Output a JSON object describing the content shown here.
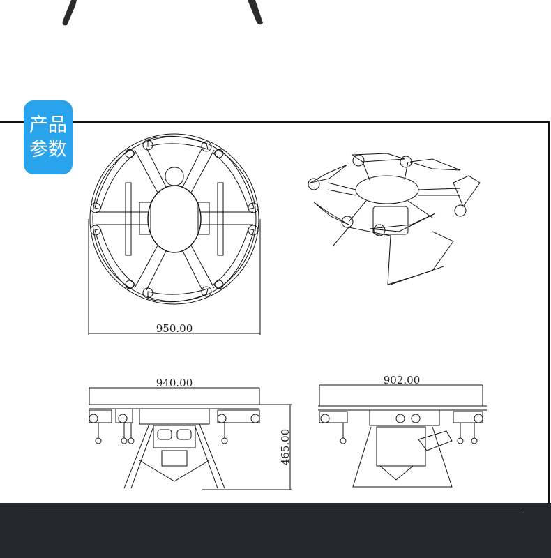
{
  "badge": {
    "line1": "产品",
    "line2": "参数"
  },
  "dimensions": {
    "top_view_width": "950.00",
    "front_view_width": "940.00",
    "front_view_height": "465.00",
    "side_view_width": "902.00"
  },
  "colors": {
    "badge": "#29a3ec",
    "footer": "#25272c",
    "line": "#111111"
  }
}
